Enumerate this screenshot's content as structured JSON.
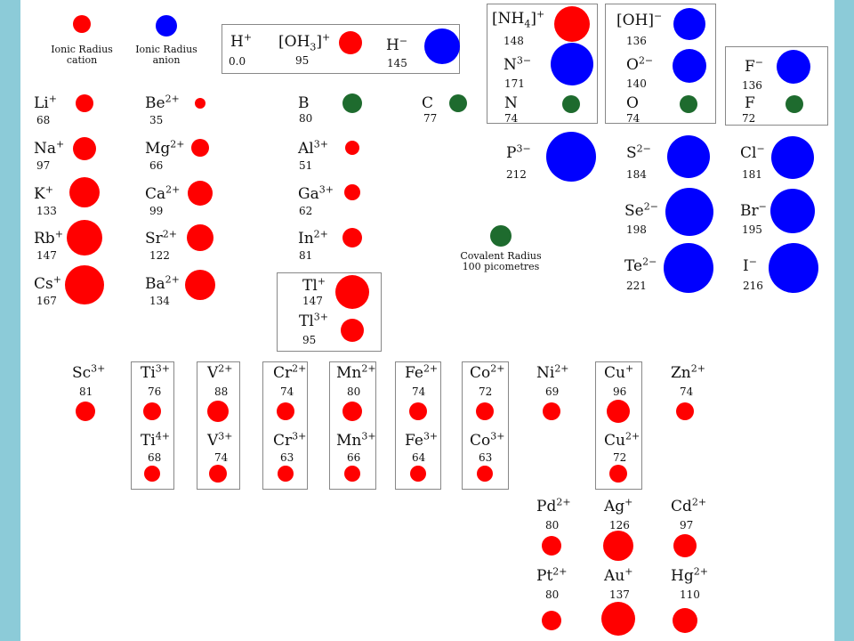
{
  "colors": {
    "cation": "#ff0000",
    "anion": "#0000ff",
    "covalent": "#1e6b2e",
    "frame": "#8ccbd8"
  },
  "legend": {
    "cation_label": "Ionic Radius",
    "cation_sub": "cation",
    "anion_label": "Ionic Radius",
    "anion_sub": "anion",
    "covalent_label": "Covalent Radius",
    "covalent_sub": "100 picometres"
  },
  "ions": [
    {
      "id": "h-plus",
      "base": "H",
      "sup": "+",
      "value": "0.0",
      "type": "cation"
    },
    {
      "id": "oh3-plus",
      "base": "[OH",
      "sub": "3",
      "tail": "]",
      "sup": "+",
      "value": "95",
      "type": "cation"
    },
    {
      "id": "h-minus",
      "base": "H",
      "sup": "−",
      "value": "145",
      "type": "anion"
    },
    {
      "id": "nh4-plus",
      "base": "[NH",
      "sub": "4",
      "tail": "]",
      "sup": "+",
      "value": "148",
      "type": "cation"
    },
    {
      "id": "n3-minus",
      "base": "N",
      "sup": "3−",
      "value": "171",
      "type": "anion"
    },
    {
      "id": "n",
      "base": "N",
      "value": "74",
      "type": "covalent"
    },
    {
      "id": "oh-minus",
      "base": "[OH]",
      "sup": "−",
      "value": "136",
      "type": "anion"
    },
    {
      "id": "o2-minus",
      "base": "O",
      "sup": "2−",
      "value": "140",
      "type": "anion"
    },
    {
      "id": "o",
      "base": "O",
      "value": "74",
      "type": "covalent"
    },
    {
      "id": "f-minus",
      "base": "F",
      "sup": "−",
      "value": "136",
      "type": "anion"
    },
    {
      "id": "f",
      "base": "F",
      "value": "72",
      "type": "covalent"
    },
    {
      "id": "li-plus",
      "base": "Li",
      "sup": "+",
      "value": "68",
      "type": "cation"
    },
    {
      "id": "na-plus",
      "base": "Na",
      "sup": "+",
      "value": "97",
      "type": "cation"
    },
    {
      "id": "k-plus",
      "base": "K",
      "sup": "+",
      "value": "133",
      "type": "cation"
    },
    {
      "id": "rb-plus",
      "base": "Rb",
      "sup": "+",
      "value": "147",
      "type": "cation"
    },
    {
      "id": "cs-plus",
      "base": "Cs",
      "sup": "+",
      "value": "167",
      "type": "cation"
    },
    {
      "id": "be2-plus",
      "base": "Be",
      "sup": "2+",
      "value": "35",
      "type": "cation"
    },
    {
      "id": "mg2-plus",
      "base": "Mg",
      "sup": "2+",
      "value": "66",
      "type": "cation"
    },
    {
      "id": "ca2-plus",
      "base": "Ca",
      "sup": "2+",
      "value": "99",
      "type": "cation"
    },
    {
      "id": "sr2-plus",
      "base": "Sr",
      "sup": "2+",
      "value": "122",
      "type": "cation"
    },
    {
      "id": "ba2-plus",
      "base": "Ba",
      "sup": "2+",
      "value": "134",
      "type": "cation"
    },
    {
      "id": "b",
      "base": "B",
      "value": "80",
      "type": "covalent"
    },
    {
      "id": "al3-plus",
      "base": "Al",
      "sup": "3+",
      "value": "51",
      "type": "cation"
    },
    {
      "id": "ga3-plus",
      "base": "Ga",
      "sup": "3+",
      "value": "62",
      "type": "cation"
    },
    {
      "id": "in2-plus",
      "base": "In",
      "sup": "2+",
      "value": "81",
      "type": "cation"
    },
    {
      "id": "tl-plus",
      "base": "Tl",
      "sup": "+",
      "value": "147",
      "type": "cation"
    },
    {
      "id": "tl3-plus",
      "base": "Tl",
      "sup": "3+",
      "value": "95",
      "type": "cation"
    },
    {
      "id": "c",
      "base": "C",
      "value": "77",
      "type": "covalent"
    },
    {
      "id": "p3-minus",
      "base": "P",
      "sup": "3−",
      "value": "212",
      "type": "anion"
    },
    {
      "id": "s2-minus",
      "base": "S",
      "sup": "2−",
      "value": "184",
      "type": "anion"
    },
    {
      "id": "se2-minus",
      "base": "Se",
      "sup": "2−",
      "value": "198",
      "type": "anion"
    },
    {
      "id": "te2-minus",
      "base": "Te",
      "sup": "2−",
      "value": "221",
      "type": "anion"
    },
    {
      "id": "cl-minus",
      "base": "Cl",
      "sup": "−",
      "value": "181",
      "type": "anion"
    },
    {
      "id": "br-minus",
      "base": "Br",
      "sup": "−",
      "value": "195",
      "type": "anion"
    },
    {
      "id": "i-minus",
      "base": "I",
      "sup": "−",
      "value": "216",
      "type": "anion"
    },
    {
      "id": "sc3-plus",
      "base": "Sc",
      "sup": "3+",
      "value": "81",
      "type": "cation"
    },
    {
      "id": "ti3-plus",
      "base": "Ti",
      "sup": "3+",
      "value": "76",
      "type": "cation"
    },
    {
      "id": "ti4-plus",
      "base": "Ti",
      "sup": "4+",
      "value": "68",
      "type": "cation"
    },
    {
      "id": "v2-plus",
      "base": "V",
      "sup": "2+",
      "value": "88",
      "type": "cation"
    },
    {
      "id": "v3-plus",
      "base": "V",
      "sup": "3+",
      "value": "74",
      "type": "cation"
    },
    {
      "id": "cr2-plus",
      "base": "Cr",
      "sup": "2+",
      "value": "74",
      "type": "cation"
    },
    {
      "id": "cr3-plus",
      "base": "Cr",
      "sup": "3+",
      "value": "63",
      "type": "cation"
    },
    {
      "id": "mn2-plus",
      "base": "Mn",
      "sup": "2+",
      "value": "80",
      "type": "cation"
    },
    {
      "id": "mn3-plus",
      "base": "Mn",
      "sup": "3+",
      "value": "66",
      "type": "cation"
    },
    {
      "id": "fe2-plus",
      "base": "Fe",
      "sup": "2+",
      "value": "74",
      "type": "cation"
    },
    {
      "id": "fe3-plus",
      "base": "Fe",
      "sup": "3+",
      "value": "64",
      "type": "cation"
    },
    {
      "id": "co2-plus",
      "base": "Co",
      "sup": "2+",
      "value": "72",
      "type": "cation"
    },
    {
      "id": "co3-plus",
      "base": "Co",
      "sup": "3+",
      "value": "63",
      "type": "cation"
    },
    {
      "id": "ni2-plus",
      "base": "Ni",
      "sup": "2+",
      "value": "69",
      "type": "cation"
    },
    {
      "id": "cu-plus",
      "base": "Cu",
      "sup": "+",
      "value": "96",
      "type": "cation"
    },
    {
      "id": "cu2-plus",
      "base": "Cu",
      "sup": "2+",
      "value": "72",
      "type": "cation"
    },
    {
      "id": "zn2-plus",
      "base": "Zn",
      "sup": "2+",
      "value": "74",
      "type": "cation"
    },
    {
      "id": "pd2-plus",
      "base": "Pd",
      "sup": "2+",
      "value": "80",
      "type": "cation"
    },
    {
      "id": "ag-plus",
      "base": "Ag",
      "sup": "+",
      "value": "126",
      "type": "cation"
    },
    {
      "id": "cd2-plus",
      "base": "Cd",
      "sup": "2+",
      "value": "97",
      "type": "cation"
    },
    {
      "id": "pt2-plus",
      "base": "Pt",
      "sup": "2+",
      "value": "80",
      "type": "cation"
    },
    {
      "id": "au-plus",
      "base": "Au",
      "sup": "+",
      "value": "137",
      "type": "cation"
    },
    {
      "id": "hg2-plus",
      "base": "Hg",
      "sup": "2+",
      "value": "110",
      "type": "cation"
    }
  ]
}
